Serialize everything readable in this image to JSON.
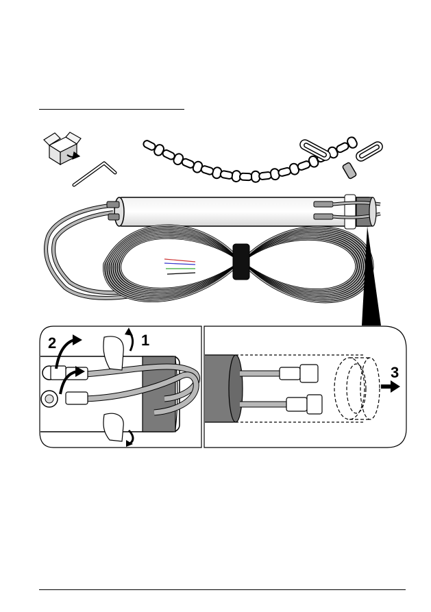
{
  "illustration": {
    "steps": {
      "step_1": "1",
      "step_2": "2",
      "step_3": "3"
    }
  },
  "colors": {
    "line": "#000000",
    "cable": "#b8b8b8",
    "tape": "#7a7a7a",
    "background": "#ffffff"
  }
}
